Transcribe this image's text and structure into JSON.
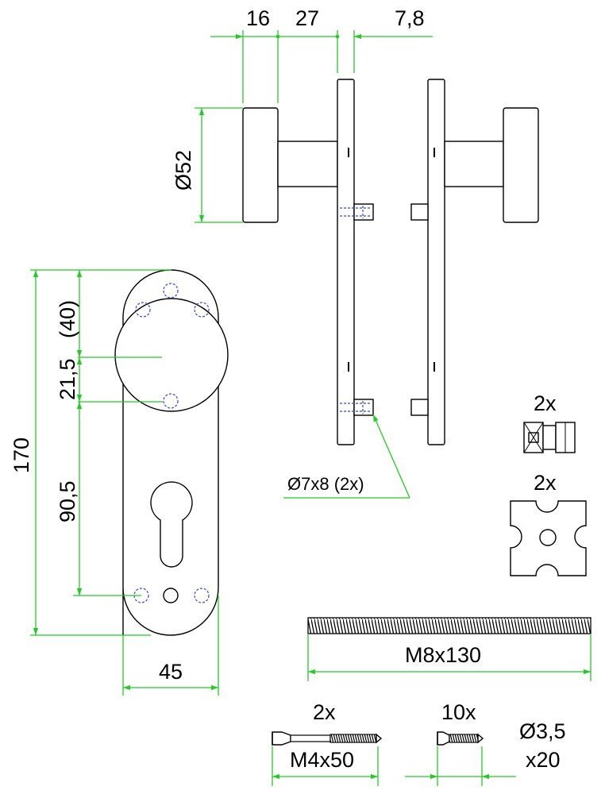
{
  "dimensions": {
    "top_16": "16",
    "top_27": "27",
    "top_7_8": "7,8",
    "dia_52": "Ø52",
    "total_170": "170",
    "paren_40": "(40)",
    "v_21_5": "21,5",
    "v_90_5": "90,5",
    "width_45": "45",
    "pin_dia": "Ø7x8 (2x)"
  },
  "parts": {
    "spacer_qty": "2x",
    "plate_qty": "2x",
    "rod_label": "M8x130",
    "long_screw_qty": "2x",
    "long_screw_label": "M4x50",
    "short_screw_qty": "10x",
    "short_screw_dia": "Ø3,5",
    "short_screw_len": "x20"
  },
  "colors": {
    "outline": "#000000",
    "dimension": "#22cc22",
    "hidden_line": "#3344dd"
  }
}
